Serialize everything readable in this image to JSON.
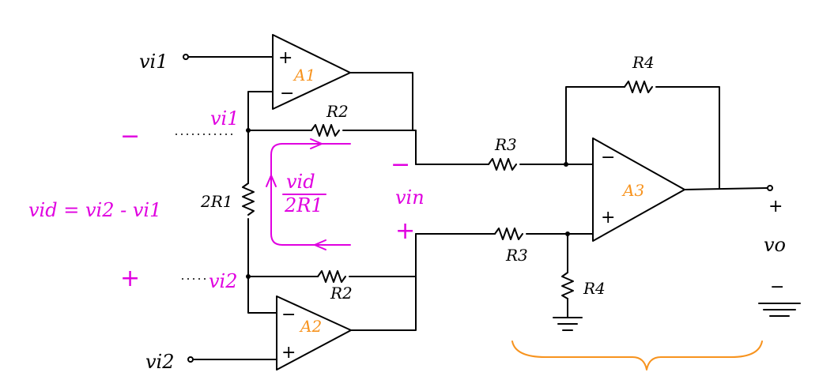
{
  "labels": {
    "vi1_input": "vi1",
    "vi2_input": "vi2",
    "vi1_node": "vi1",
    "vi2_node": "vi2",
    "a1": "A1",
    "a2": "A2",
    "a3": "A3",
    "r2_top": "R2",
    "r2_bottom": "R2",
    "r3_top": "R3",
    "r3_bottom": "R3",
    "r4_top": "R4",
    "r4_bottom": "R4",
    "r1_gain": "2R1",
    "vid_equation": "vid = vi2 - vi1",
    "current_numerator": "vid",
    "current_denominator": "2R1",
    "vin": "vin",
    "vo": "vo"
  },
  "signs": {
    "plus": "+",
    "minus": "−"
  },
  "colors": {
    "ink": "#000000",
    "annotation": "#e000e0",
    "opamp_label": "#f7931e",
    "brace": "#f7931e"
  }
}
